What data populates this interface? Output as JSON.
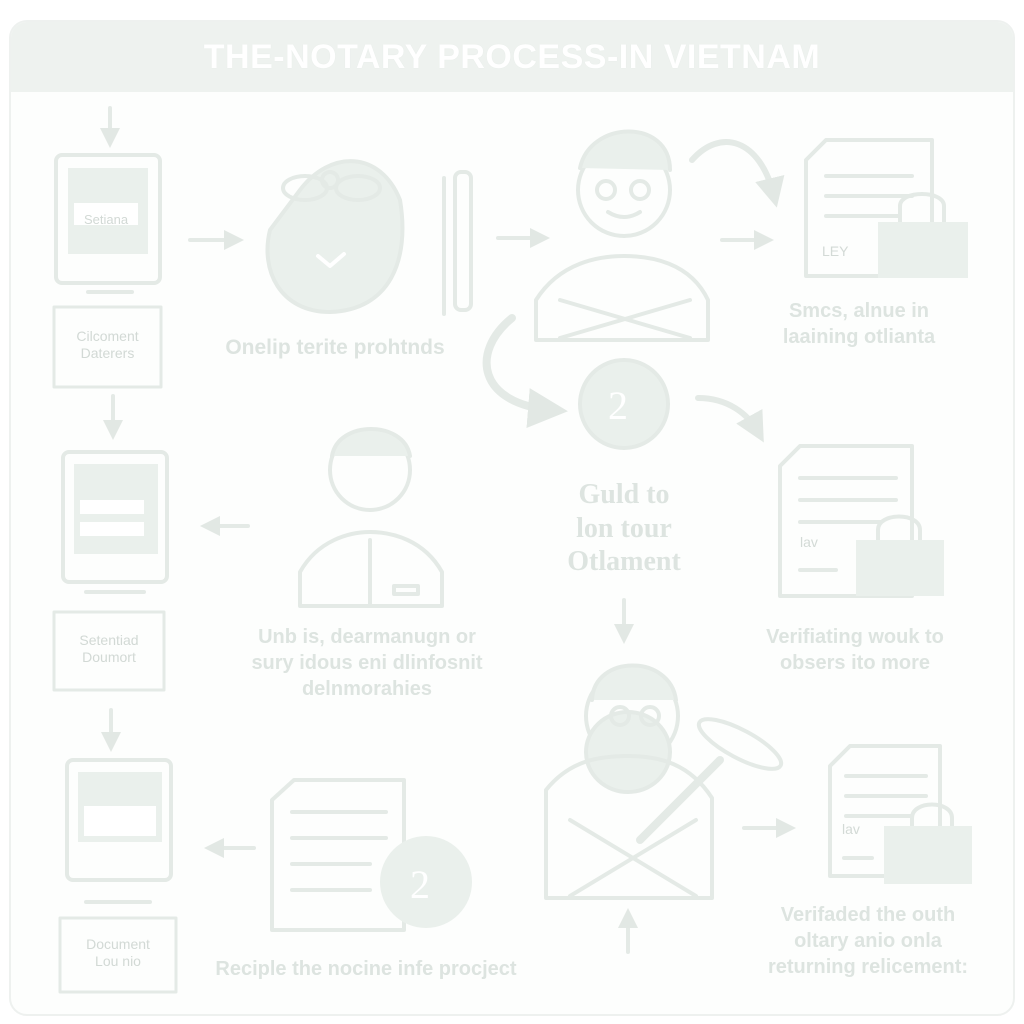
{
  "title": "THE-NOTARY PROCESS-IN VIETNAM",
  "colors": {
    "line": "#e4eae6",
    "fill": "#eaf0ec",
    "text": "#dde4e0",
    "banner": "#eef2ef"
  },
  "left_column": [
    {
      "screen_text": "Setiana",
      "box_lines": [
        "Cilcoment",
        "Daterers"
      ]
    },
    {
      "screen_text": "",
      "box_lines": [
        "Setentiad",
        "Doumort"
      ]
    },
    {
      "screen_text": "",
      "box_lines": [
        "Document",
        "Lou nio"
      ]
    }
  ],
  "labels": {
    "step1": [
      "Onelip terite prohtnds"
    ],
    "top_right": [
      "Smcs, alnue in",
      "laaining otlianta"
    ],
    "center": [
      "Guld to",
      "lon tour",
      "Otlament"
    ],
    "middle_left": [
      "Unb is, dearmanugn or",
      "sury idous eni dlinfosnit",
      "delnmorahies"
    ],
    "middle_right": [
      "Verifiating wouk to",
      "obsers ito more"
    ],
    "bottom_left": [
      "Reciple the nocine infe procject"
    ],
    "bottom_right": [
      "Verifaded the outh",
      "oltary anio onla",
      "returning relicement:"
    ]
  },
  "doc_tags": [
    "LEY",
    "lav",
    "lav"
  ],
  "badges": [
    "2",
    "2"
  ],
  "icons": [
    "monitor-icon",
    "arrow-icon",
    "clock-icon",
    "pen-icon",
    "person-icon",
    "document-lock-icon",
    "curved-arrow-icon",
    "number-badge-icon",
    "document-icon"
  ]
}
